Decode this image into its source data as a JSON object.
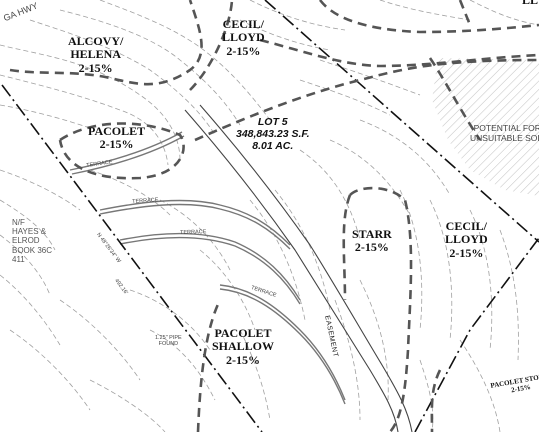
{
  "road": {
    "name": "GA HWY"
  },
  "lot": {
    "line1": "LOT 5",
    "line2": "348,843.23 S.F.",
    "line3": "8.01 AC."
  },
  "soils": [
    {
      "name": "ALCOVY/\nHELENA",
      "slope": "2-15%"
    },
    {
      "name": "CECIL/\nLLOYD",
      "slope": "2-15%"
    },
    {
      "name": "PACOLET",
      "slope": "2-15%"
    },
    {
      "name": "STARR",
      "slope": "2-15%"
    },
    {
      "name": "CECIL/\nLLOYD",
      "slope": "2-15%"
    },
    {
      "name": "PACOLET\nSHALLOW",
      "slope": "2-15%"
    },
    {
      "name": "PACOLET STONY",
      "slope": "2-15%"
    },
    {
      "name": "LL",
      "slope": ""
    }
  ],
  "hydric_note": {
    "line1": "POTENTIAL FOR",
    "line2": "UNSUITABLE SOIL"
  },
  "adjoiner": {
    "line1": "N/F",
    "line2": "HAYES &",
    "line3": "ELROD",
    "line4": "BOOK 36C",
    "line5": "411"
  },
  "easement_label": "EASEMENT",
  "terrace_label": "TERRACE",
  "pipe_note": {
    "line1": "1.25\" PIPE",
    "line2": "FOUND"
  },
  "bearing_label": "N 48°26'34\" W",
  "distance_label": "492.16'",
  "colors": {
    "ink": "#111111",
    "contour": "#9a9a9a",
    "hatch": "#c8c8c8",
    "terrace": "#777777"
  }
}
